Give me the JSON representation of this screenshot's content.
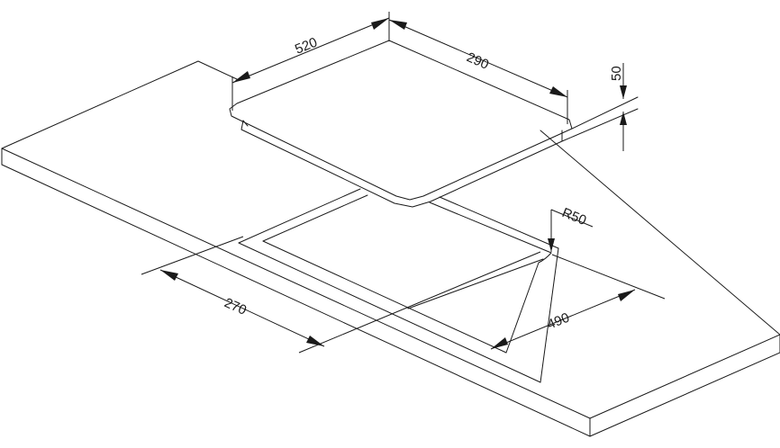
{
  "dimensions": {
    "width": "520",
    "depth": "290",
    "height": "50",
    "radius": "R50",
    "cutout_depth": "270",
    "cutout_width": "490"
  }
}
